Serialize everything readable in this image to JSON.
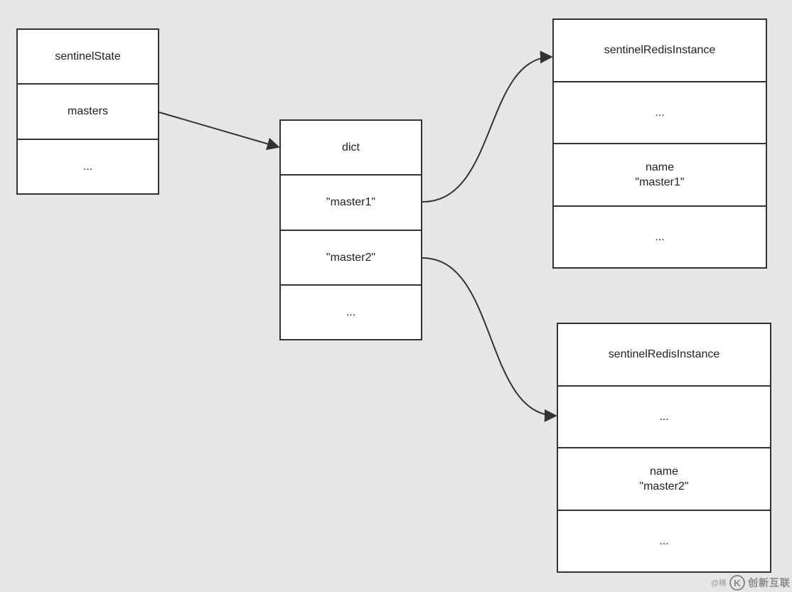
{
  "sentinel_state": {
    "header": "sentinelState",
    "masters": "masters",
    "ellipsis": "..."
  },
  "dict": {
    "header": "dict",
    "key1": "\"master1\"",
    "key2": "\"master2\"",
    "ellipsis": "..."
  },
  "instance1": {
    "header": "sentinelRedisInstance",
    "ellipsis_top": "...",
    "name_label": "name",
    "name_value": "\"master1\"",
    "ellipsis_bottom": "..."
  },
  "instance2": {
    "header": "sentinelRedisInstance",
    "ellipsis_top": "...",
    "name_label": "name",
    "name_value": "\"master2\"",
    "ellipsis_bottom": "..."
  },
  "watermark": {
    "prefix": "@稀",
    "logo_glyph": "K",
    "brand": "创新互联"
  },
  "colors": {
    "background": "#e6e6e6",
    "box_fill": "#ffffff",
    "stroke": "#333333"
  }
}
